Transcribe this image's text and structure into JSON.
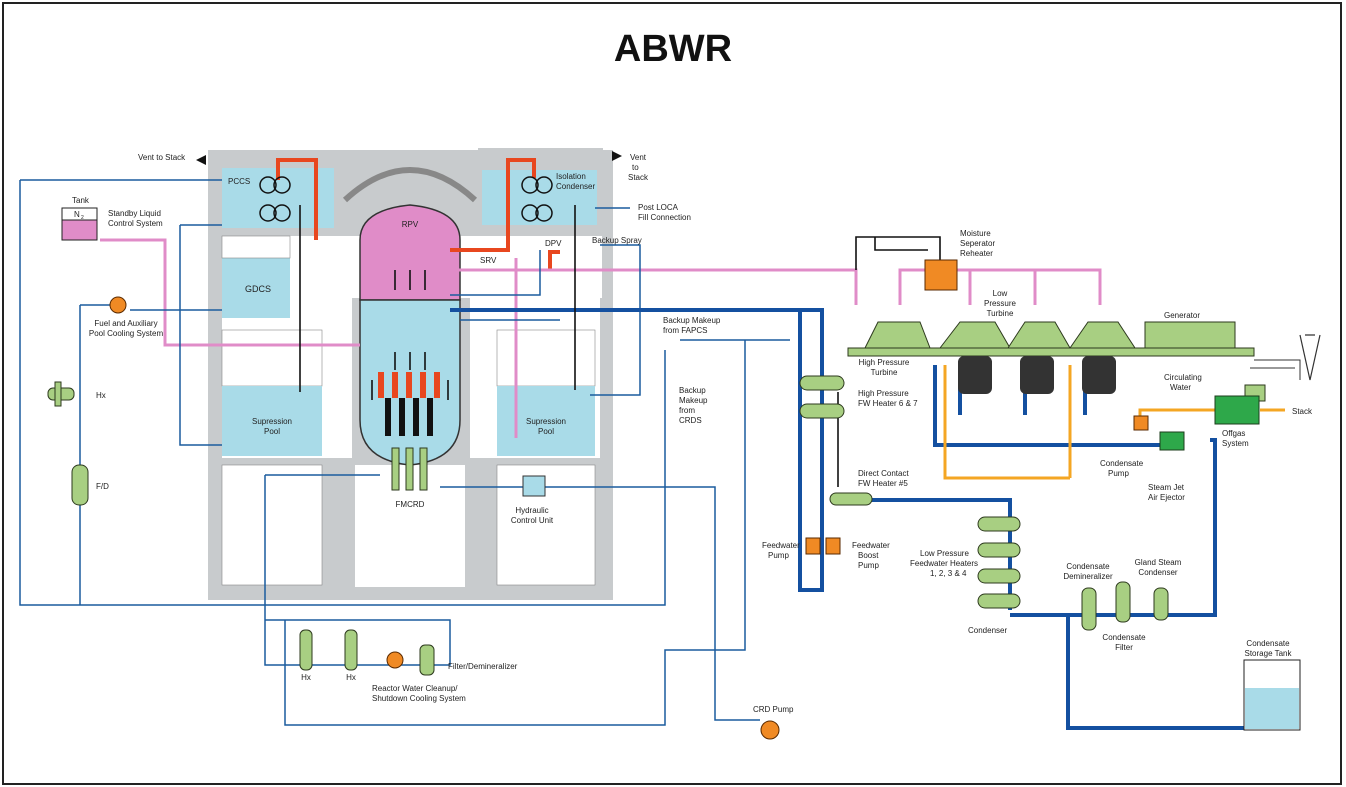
{
  "title": "ABWR",
  "labels": {
    "vent_to_stack_left": "Vent to Stack",
    "vent_right_1": "Vent",
    "vent_right_2": "to",
    "vent_right_3": "Stack",
    "pccs": "PCCS",
    "isolation_1": "Isolation",
    "isolation_2": "Condenser",
    "post_loca_1": "Post LOCA",
    "post_loca_2": "Fill Connection",
    "tank": "Tank",
    "n2": "N",
    "n2_sub": "2",
    "slcs_1": "Standby Liquid",
    "slcs_2": "Control System",
    "gdcs": "GDCS",
    "rpv": "RPV",
    "srv": "SRV",
    "dpv": "DPV",
    "backup_spray": "Backup Spray",
    "fapcs_1": "Fuel and Auxiliary",
    "fapcs_2": "Pool Cooling System",
    "backup_fapcs_1": "Backup Makeup",
    "backup_fapcs_2": "from FAPCS",
    "backup_crds_1": "Backup",
    "backup_crds_2": "Makeup",
    "backup_crds_3": "from",
    "backup_crds_4": "CRDS",
    "hx": "Hx",
    "fd": "F/D",
    "supression_1": "Supression",
    "supression_2": "Pool",
    "fmcrd": "FMCRD",
    "hcu_1": "Hydraulic",
    "hcu_2": "Control Unit",
    "hx_a": "Hx",
    "hx_b": "Hx",
    "filter_demin": "Filter/Demineralizer",
    "rwcu_1": "Reactor Water Cleanup/",
    "rwcu_2": "Shutdown Cooling System",
    "crd_pump": "CRD Pump",
    "msr_1": "Moisture",
    "msr_2": "Seperator",
    "msr_3": "Reheater",
    "lpt_1": "Low",
    "lpt_2": "Pressure",
    "lpt_3": "Turbine",
    "generator": "Generator",
    "hpt_1": "High Pressure",
    "hpt_2": "Turbine",
    "hpfw_1": "High Pressure",
    "hpfw_2": "FW Heater 6 & 7",
    "circ_1": "Circulating",
    "circ_2": "Water",
    "stack": "Stack",
    "offgas_1": "Offgas",
    "offgas_2": "System",
    "cond_pump_1": "Condensate",
    "cond_pump_2": "Pump",
    "dcfw_1": "Direct Contact",
    "dcfw_2": "FW Heater #5",
    "sjae_1": "Steam Jet",
    "sjae_2": "Air Ejector",
    "fw_pump_1": "Feedwater",
    "fw_pump_2": "Pump",
    "fw_boost_1": "Feedwater",
    "fw_boost_2": "Boost",
    "fw_boost_3": "Pump",
    "lpfw_1": "Low Pressure",
    "lpfw_2": "Feedwater Heaters",
    "lpfw_3": "1, 2, 3 & 4",
    "cond_demin_1": "Condensate",
    "cond_demin_2": "Demineralizer",
    "gland_1": "Gland Steam",
    "gland_2": "Condenser",
    "condenser": "Condenser",
    "cond_filter_1": "Condensate",
    "cond_filter_2": "Filter",
    "cst_1": "Condensate",
    "cst_2": "Storage Tank"
  },
  "colors": {
    "pink_line": "#e08cc8",
    "steam_red": "#e8471f",
    "feedwater_blue": "#1450a0",
    "orange_line": "#f4a623",
    "component_green": "#a8cf82",
    "pump_orange": "#f08a24",
    "water": "#a9dbe8",
    "concrete": "#c8cbcd",
    "rpv_pink": "#e08cc8"
  }
}
